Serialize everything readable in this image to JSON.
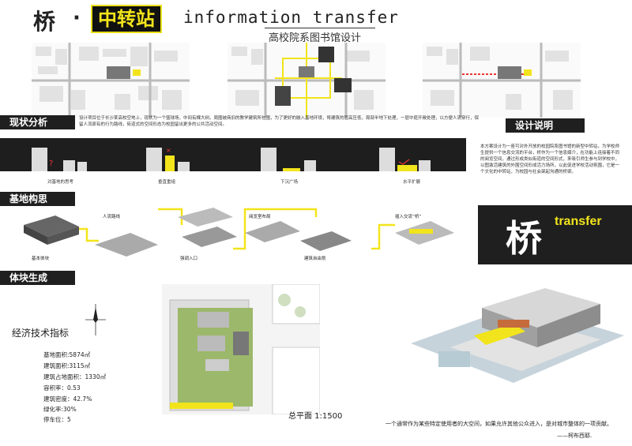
{
  "title": {
    "char": "桥",
    "dot": "·",
    "box": "中转站",
    "english": "information   transfer",
    "subtitle": "高校院系图书馆设计"
  },
  "sections": {
    "status": "现状分析",
    "design": "设计说明",
    "site": "基地构思",
    "block": "体块生成"
  },
  "status_text": "设计项目位于长沙某高校空地上，现状为一个篮球场，中间有棵大树。周围被商旧的教学建筑所包围，为了更好的融入基地环境，将建筑的层高压低，局部半地下处理，一层中庭开敞处理，以方便人流穿行，保留人流原有的行为路线，街道式的空间形态为校园留出更多的公共活动空间。",
  "strip_captions": [
    "对基地的思考",
    "垂直重组",
    "下沉广场",
    "水平扩展"
  ],
  "design_text": "本方案设计为一座可对外开放的校园院系图书馆的新型中转站，为学校师生提供一个信息交流的平台，桥作为一个信息媒介，在功能上连接着不同的阅览空间，通过形成类似街道的空间形式，来吸引师生参与到学校中，以图激活建筑的外围空间形成活力场所，以此促进学校活动氛围，它是一个文化的中转站，为校园与社会架起沟通的桥梁。",
  "panel": {
    "char": "桥",
    "word": "transfer"
  },
  "site_labels": [
    "基本体块",
    "人流路线",
    "强调入口",
    "阅览室布局",
    "建筑自由划",
    "插入交流“桥”"
  ],
  "eco": {
    "title": "经济技术指标",
    "items": [
      "基地面积:5874㎡",
      "建筑面积:3115㎡",
      "建筑占地面积：1330㎡",
      "容积率：0.53",
      "建筑密度：42.7%",
      "绿化率:30%",
      "停车位：5"
    ]
  },
  "scale": "总平面 1:1500",
  "quote": {
    "text": "一个通常作为某些特定使用者的大空间，如果允许其他公众进入，是对城市整体的一项贡献。",
    "author": "——柯布西耶."
  },
  "colors": {
    "accent": "#f2e41c",
    "dark": "#1e1e1e"
  }
}
